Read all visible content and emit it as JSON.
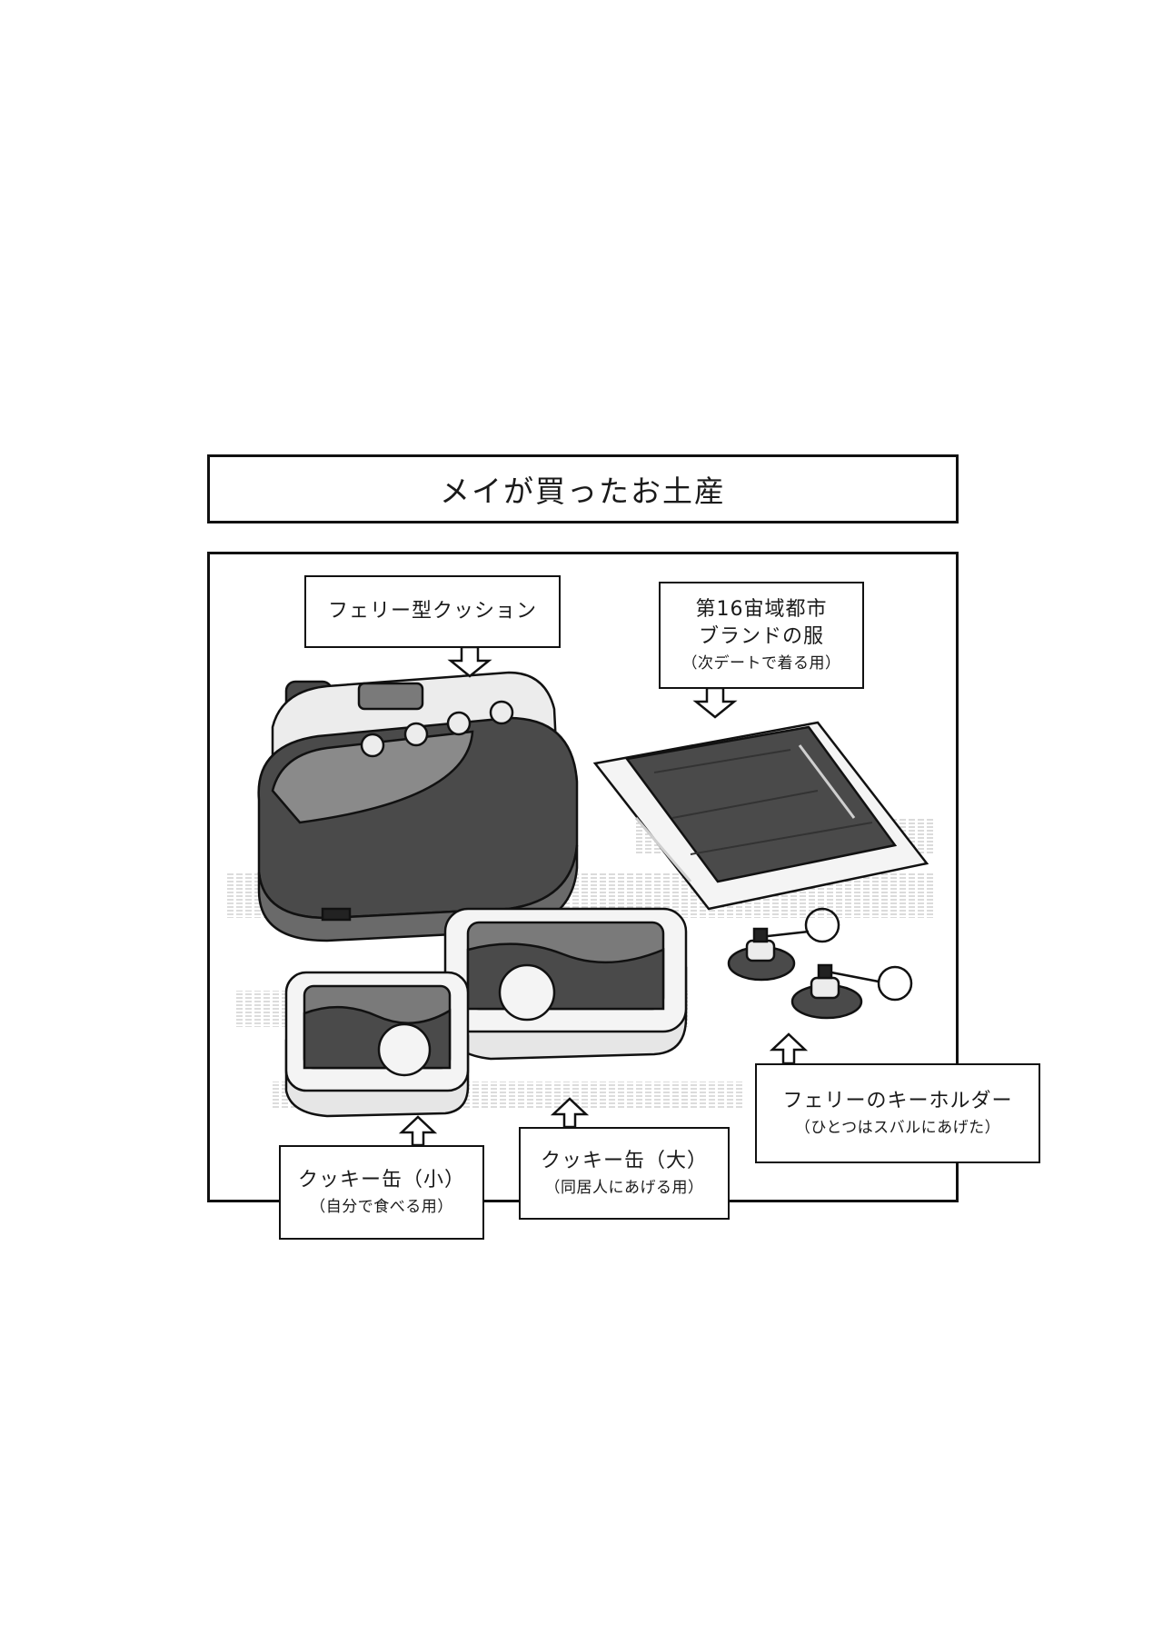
{
  "title": "メイが買ったお土産",
  "labels": {
    "cushion": {
      "main": "フェリー型クッション"
    },
    "clothes": {
      "line1": "第16宙域都市",
      "line2": "ブランドの服",
      "sub": "（次デートで着る用）"
    },
    "keyholder": {
      "main": "フェリーのキーホルダー",
      "sub": "（ひとつはスバルにあげた）"
    },
    "cookie_small": {
      "main": "クッキー缶（小）",
      "sub": "（自分で食べる用）"
    },
    "cookie_large": {
      "main": "クッキー缶（大）",
      "sub": "（同居人にあげる用）"
    }
  },
  "colors": {
    "ink": "#111111",
    "dark_fill": "#4a4a4a",
    "mid_fill": "#7a7a7a",
    "light_fill": "#e6e6e6"
  }
}
